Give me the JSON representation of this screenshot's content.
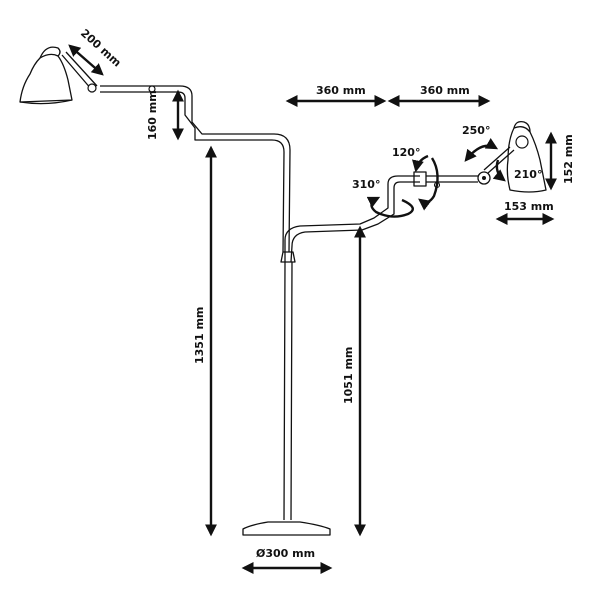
{
  "labels": {
    "shade_arm_length": "200 mm",
    "shade_drop": "160 mm",
    "arm_length_left": "360 mm",
    "arm_length_right": "360 mm",
    "total_height": "1351 mm",
    "arm_height": "1051 mm",
    "base_diameter": "Ø300 mm",
    "shade_width": "153 mm",
    "shade_height": "152 mm",
    "rotation_arm": "310°",
    "rotation_joint": "120°",
    "rotation_shade_arm": "250°",
    "rotation_shade": "210°"
  }
}
